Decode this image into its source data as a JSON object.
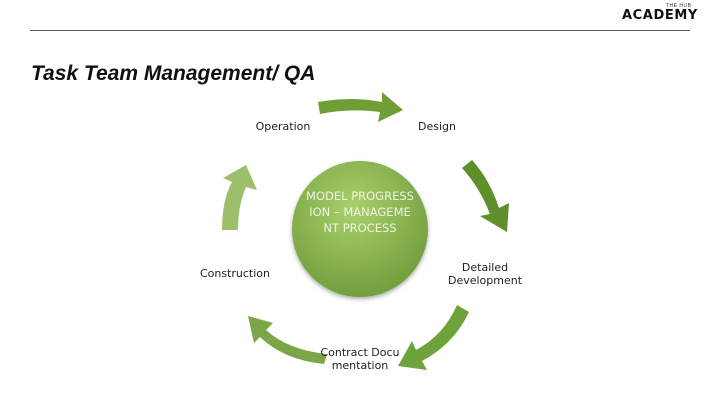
{
  "header": {
    "logo_small": "THE HUB",
    "logo_main": "ACADEMY"
  },
  "slide": {
    "title": "Task Team Management/ QA"
  },
  "diagram": {
    "center": "MODEL PROGRESSION – MANAGEMENT PROCESS",
    "steps": [
      {
        "label": "Design"
      },
      {
        "label": "Detailed Development"
      },
      {
        "label": "Contract Documentation"
      },
      {
        "label": "Construction"
      },
      {
        "label": "Operation"
      }
    ],
    "colors": {
      "center_light": "#9cc760",
      "center_dark": "#6f9b3a",
      "arrow_dark": "#5f8f2a",
      "arrow_mid": "#78a844",
      "arrow_light": "#9cbf6a"
    }
  }
}
